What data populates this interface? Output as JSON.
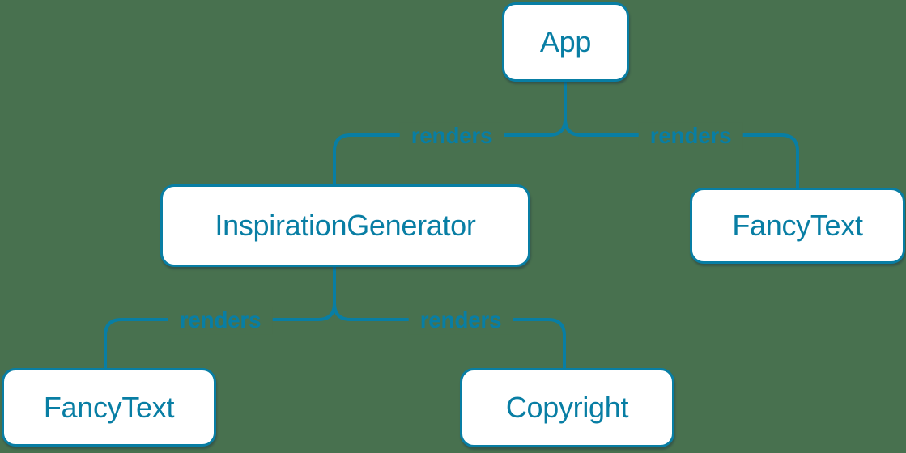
{
  "colors": {
    "background": "#48714F",
    "accent": "#087EA4",
    "node_fill": "#FFFFFF"
  },
  "diagram": {
    "type": "component-render-tree",
    "root": "App"
  },
  "nodes": [
    {
      "id": "app",
      "label": "App"
    },
    {
      "id": "inspiration-generator",
      "label": "InspirationGenerator"
    },
    {
      "id": "fancy-text-top",
      "label": "FancyText"
    },
    {
      "id": "fancy-text-bottom",
      "label": "FancyText"
    },
    {
      "id": "copyright",
      "label": "Copyright"
    }
  ],
  "edges": [
    {
      "from": "App",
      "to": "InspirationGenerator",
      "label": "renders"
    },
    {
      "from": "App",
      "to": "FancyText",
      "label": "renders"
    },
    {
      "from": "InspirationGenerator",
      "to": "FancyText",
      "label": "renders"
    },
    {
      "from": "InspirationGenerator",
      "to": "Copyright",
      "label": "renders"
    }
  ]
}
